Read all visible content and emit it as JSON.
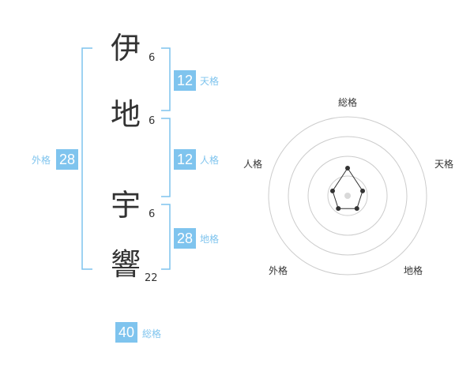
{
  "name_chars": [
    {
      "char": "伊",
      "strokes": "6"
    },
    {
      "char": "地",
      "strokes": "6"
    },
    {
      "char": "宇",
      "strokes": "6"
    },
    {
      "char": "響",
      "strokes": "22"
    }
  ],
  "fortunes": {
    "tenkaku": {
      "value": "12",
      "label": "天格"
    },
    "jinkaku": {
      "value": "12",
      "label": "人格"
    },
    "chikaku": {
      "value": "28",
      "label": "地格"
    },
    "gaikaku": {
      "value": "28",
      "label": "外格"
    },
    "soukaku": {
      "value": "40",
      "label": "総格"
    }
  },
  "colors": {
    "accent": "#7fc4ee",
    "text": "#333333"
  },
  "chart_data": {
    "type": "radar",
    "axes": [
      "総格",
      "天格",
      "地格",
      "外格",
      "人格"
    ],
    "values": [
      0.35,
      0.2,
      0.2,
      0.2,
      0.2
    ],
    "scale_max": 1,
    "rings": 4
  }
}
